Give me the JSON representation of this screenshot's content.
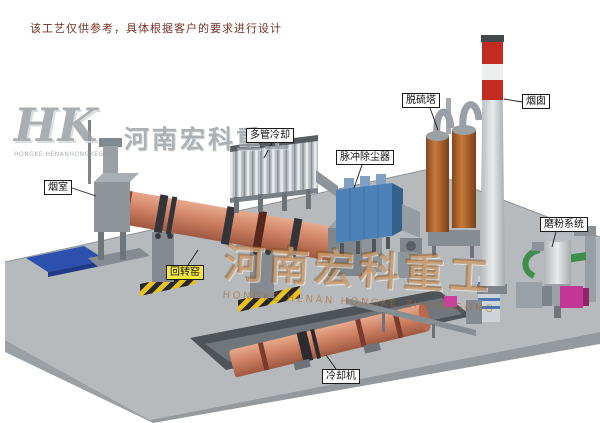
{
  "disclaimer": "该工艺仅供参考，具体根据客户的要求进行设计",
  "logo": {
    "mark": "HK",
    "company_cn": "河南宏科重工",
    "company_en": "HONGKE HENANHONGKEGONG"
  },
  "watermark": {
    "company_cn": "河南宏科重工",
    "company_en": "HONGKE HENAN HONGKE ZHONGGONG"
  },
  "labels": {
    "smoke_chamber": "烟室",
    "rotary_kiln": "回转窑",
    "multi_tube_cooler": "多管冷却",
    "pulse_dust_collector": "脉冲除尘器",
    "desulfurization_tower": "脱硫塔",
    "chimney": "烟囱",
    "grinding_system": "磨粉系统",
    "cooling_machine": "冷却机"
  },
  "colors": {
    "kiln_body": "#d08264",
    "dust_collector": "#4d82b8",
    "desulfurization_tower": "#c97a3a",
    "chimney_band_red": "#c32b20",
    "ground": "#b6babd",
    "label_highlight": "#f6e83e",
    "hazard_yellow": "#e8c21d"
  }
}
